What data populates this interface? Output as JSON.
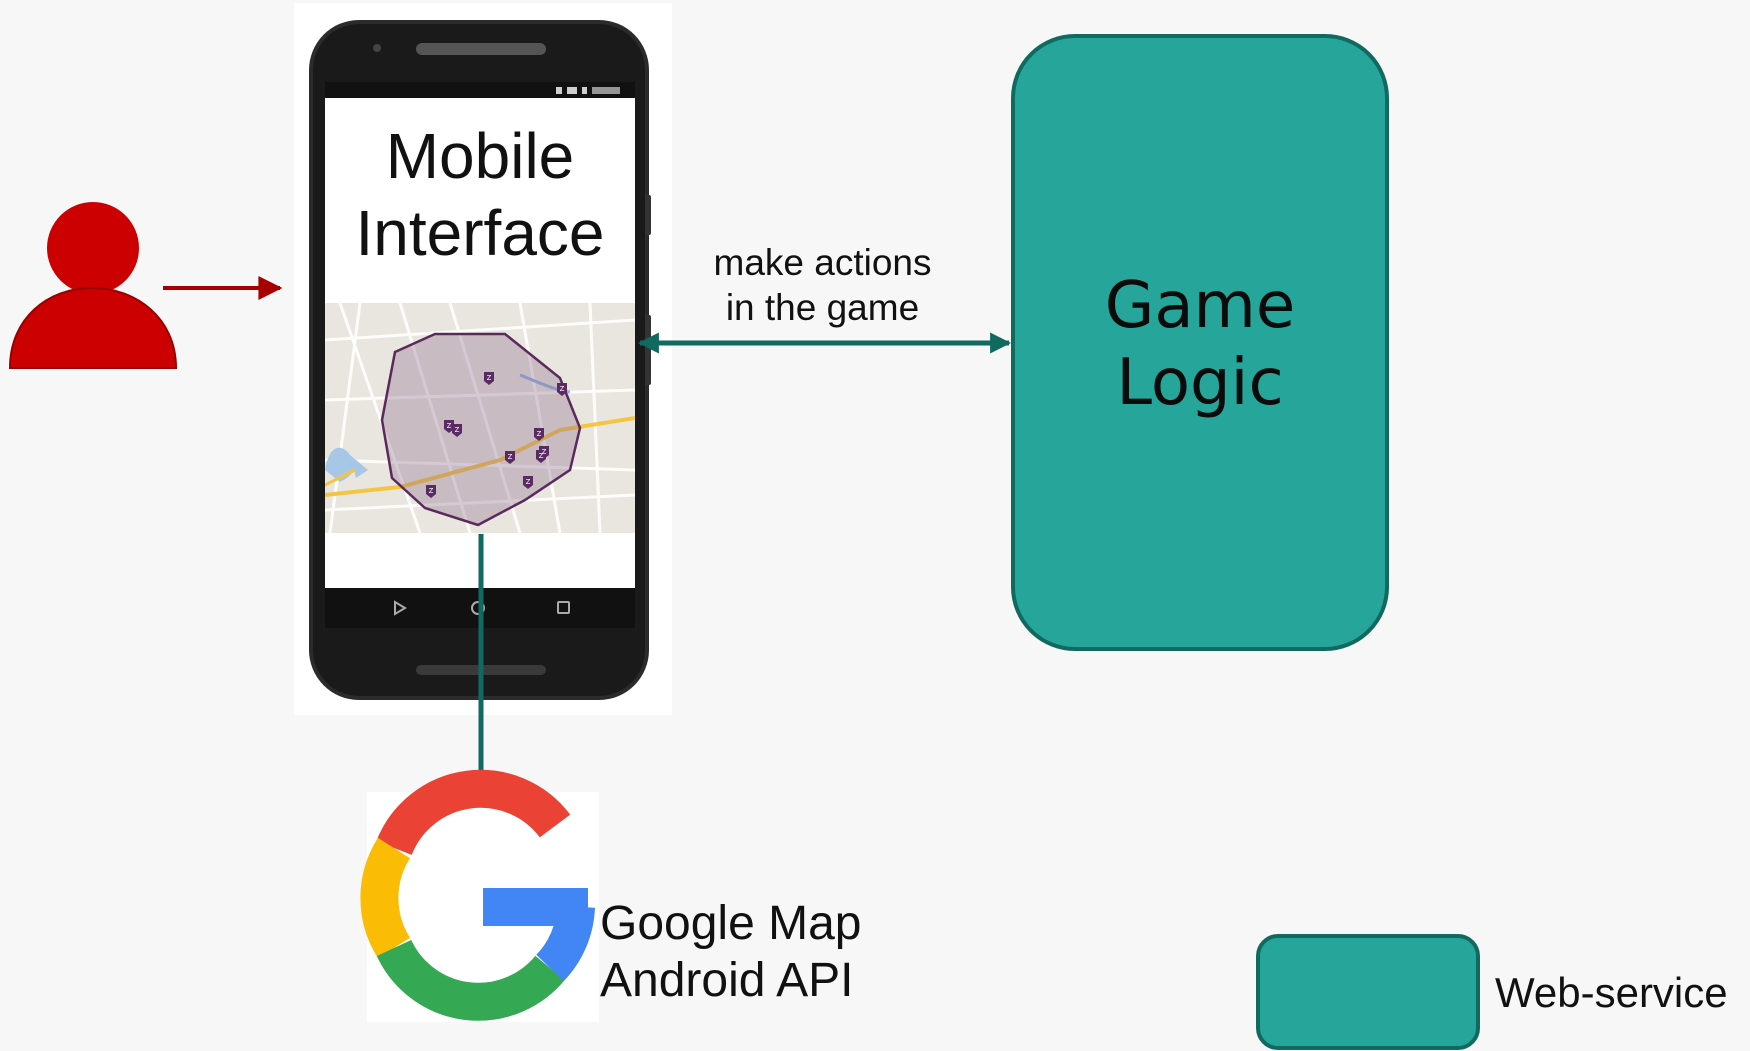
{
  "diagram": {
    "phone": {
      "title_line1": "Mobile",
      "title_line2": "Interface",
      "map_marker_glyph": "Z"
    },
    "game_logic": {
      "line1": "Game",
      "line2": "Logic"
    },
    "interaction": {
      "line1": "make actions",
      "line2": "in the game"
    },
    "google_api": {
      "line1": "Google Map",
      "line2": "Android API"
    },
    "legend": {
      "label": "Web-service"
    },
    "icons": {
      "user": "user-icon",
      "google_logo": "google-g-logo-icon"
    },
    "colors": {
      "web_service_fill": "#26a69a",
      "web_service_border": "#106a60",
      "connector_arrow": "#106a60",
      "user_icon": "#cc0000",
      "user_arrow": "#a80000",
      "google_red": "#ea4335",
      "google_yellow": "#fbbc05",
      "google_green": "#34a853",
      "google_blue": "#4285f4"
    }
  }
}
